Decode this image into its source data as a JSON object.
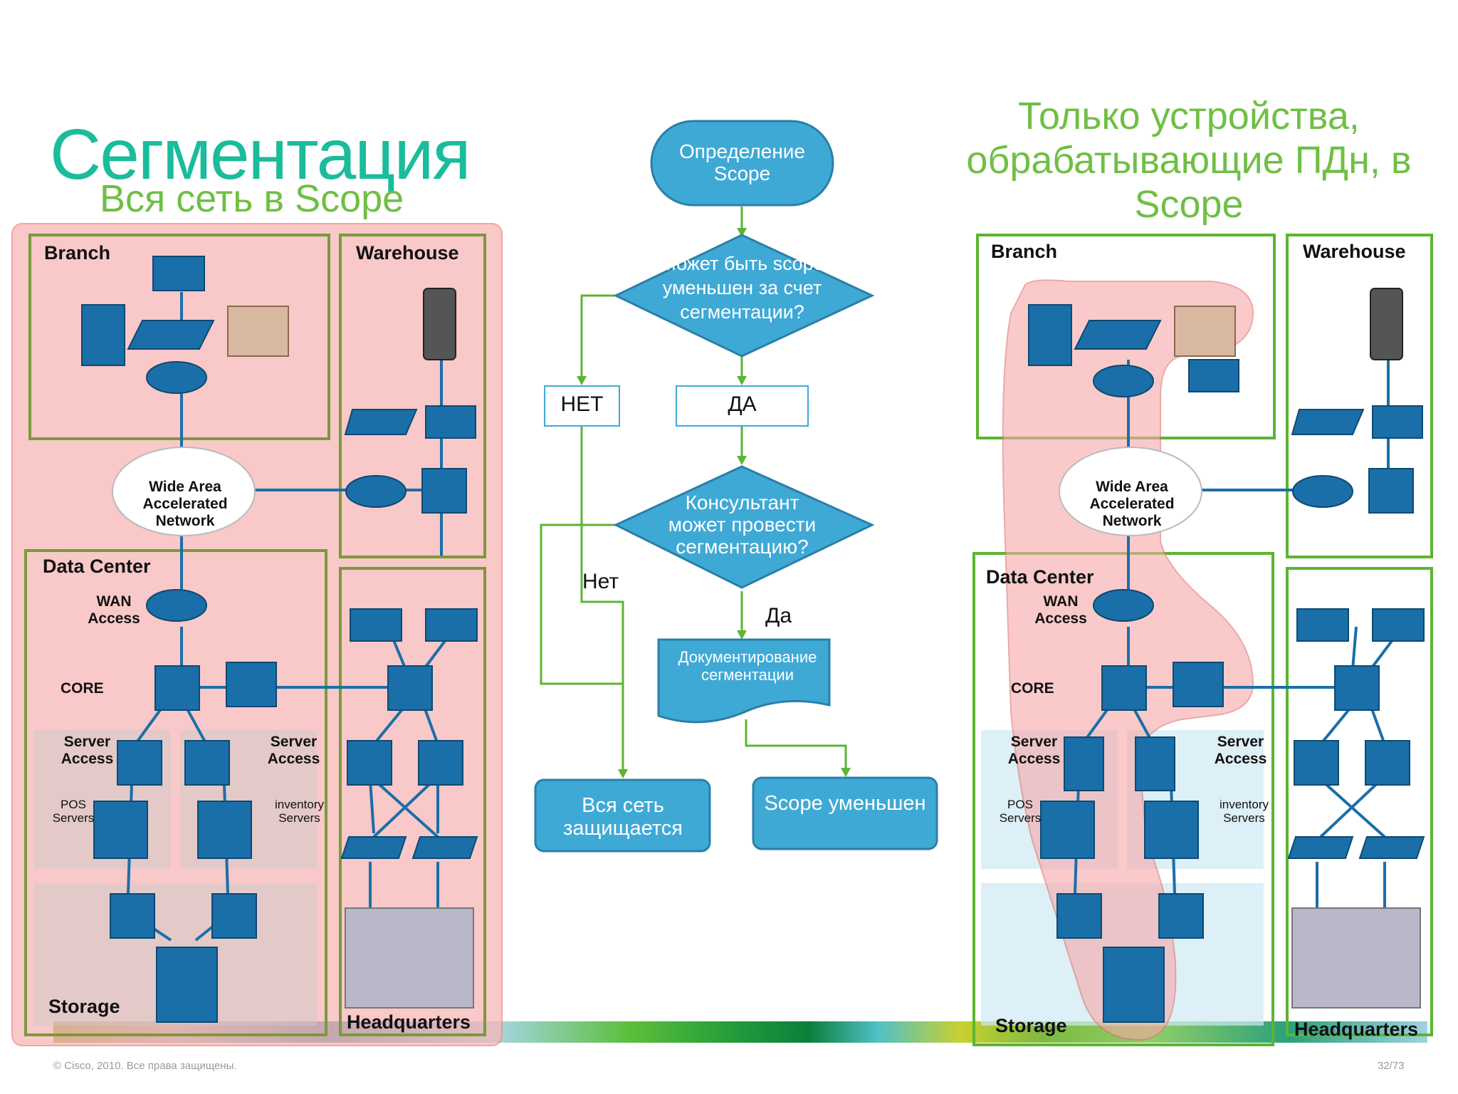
{
  "title": {
    "main": "Сегментация",
    "sub": "Вся сеть в Scope",
    "right": "Только устройства, обрабатывающие ПДн, в Scope"
  },
  "left_diagram": {
    "branch": "Branch",
    "warehouse": "Warehouse",
    "wan_cloud": "Wide Area Accelerated Network",
    "data_center": "Data Center",
    "wan_access": "WAN Access",
    "core": "CORE",
    "server_access_left": "Server Access",
    "server_access_right": "Server Access",
    "pos_servers": "POS Servers",
    "inventory_servers": "inventory Servers",
    "storage": "Storage",
    "headquarters": "Headquarters"
  },
  "right_diagram": {
    "branch": "Branch",
    "warehouse": "Warehouse",
    "wan_cloud": "Wide Area Accelerated Network",
    "data_center": "Data Center",
    "wan_access": "WAN Access",
    "core": "CORE",
    "server_access_left": "Server Access",
    "server_access_right": "Server Access",
    "pos_servers": "POS Servers",
    "inventory_servers": "inventory Servers",
    "storage": "Storage",
    "headquarters": "Headquarters"
  },
  "flowchart": {
    "start": "Определение Scope",
    "decision1": "Может быть scope уменьшен за счет сегментации?",
    "no1": "НЕТ",
    "yes1": "ДА",
    "decision2": "Консультант может провести сегментацию?",
    "no2": "Нет",
    "yes2": "Да",
    "document": "Документирование сегментации",
    "end_all": "Вся сеть защищается",
    "end_reduced": "Scope уменьшен"
  },
  "footer": {
    "copyright": "© Cisco, 2010. Все права защищены.",
    "page": "32/73"
  },
  "colors": {
    "title_teal": "#1abc9c",
    "title_green": "#6fbf44",
    "scope_red": "#f7b6b6",
    "zone_green": "#7a9a3a",
    "device_blue": "#1a6fa8",
    "flow_blue": "#3fa9d6",
    "line_green": "#5cb531"
  }
}
